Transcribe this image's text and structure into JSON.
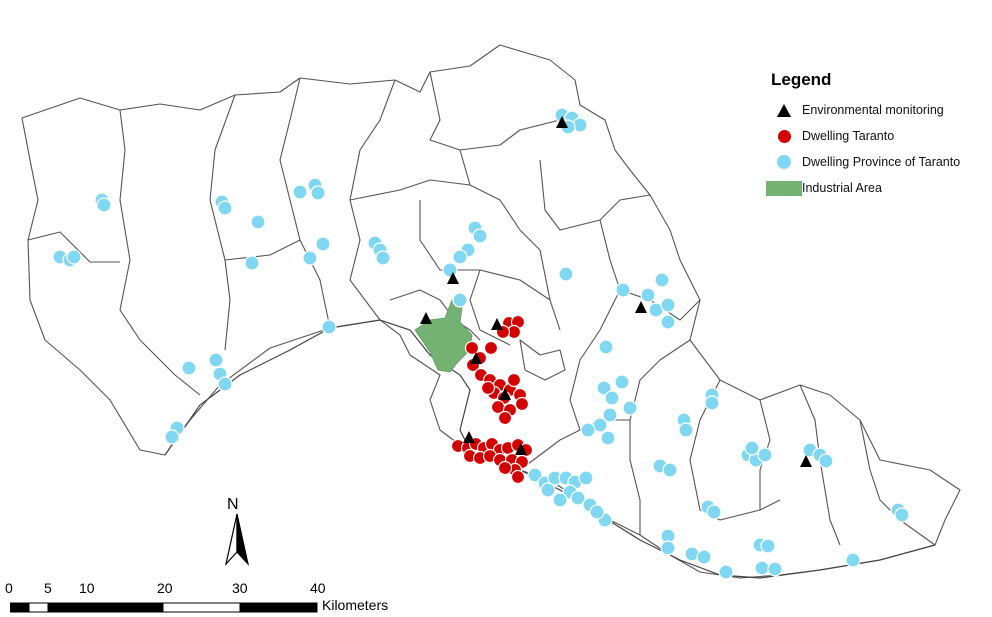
{
  "legend": {
    "title": "Legend",
    "items": [
      {
        "symbol": "black-triangle",
        "label": "Environmental monitoring",
        "color": "#000000"
      },
      {
        "symbol": "red-circle",
        "label": "Dwelling Taranto",
        "color": "#d40000"
      },
      {
        "symbol": "blue-circle",
        "label": "Dwelling Province of  Taranto",
        "color": "#7fd7f2"
      },
      {
        "symbol": "green-rectangle",
        "label": "Industrial Area",
        "color": "#74b274"
      }
    ]
  },
  "north_arrow": {
    "label": "N"
  },
  "scale_bar": {
    "ticks": [
      "0",
      "5",
      "10",
      "20",
      "30",
      "40"
    ],
    "unit": "Kilometers"
  }
}
